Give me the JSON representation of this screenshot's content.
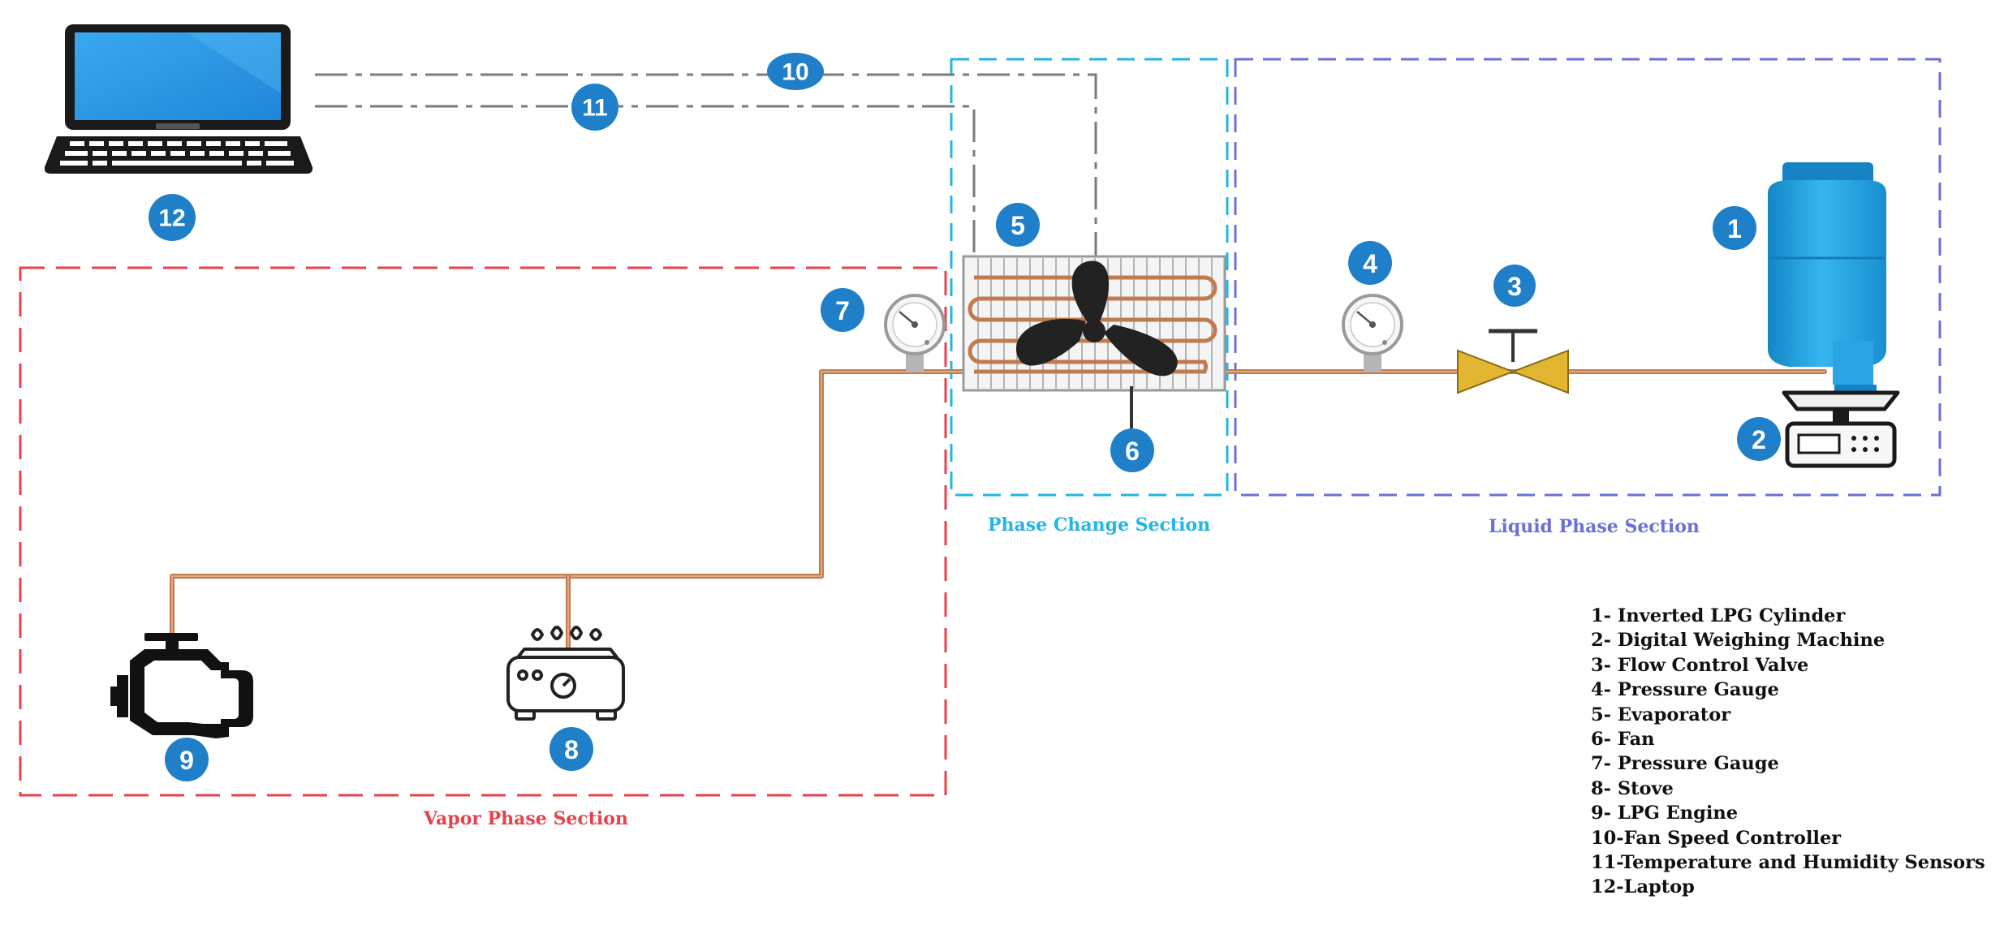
{
  "sections": {
    "vapor": {
      "title": "Vapor Phase Section",
      "color": "#e8414b"
    },
    "phase_change": {
      "title": "Phase Change Section",
      "color": "#22b5e6"
    },
    "liquid": {
      "title": "Liquid Phase Section",
      "color": "#6b6fd8"
    }
  },
  "badges": {
    "b1": "1",
    "b2": "2",
    "b3": "3",
    "b4": "4",
    "b5": "5",
    "b6": "6",
    "b7": "7",
    "b8": "8",
    "b9": "9",
    "b10": "10",
    "b11": "11",
    "b12": "12"
  },
  "legend": [
    "1- Inverted LPG Cylinder",
    "2- Digital Weighing  Machine",
    "3- Flow Control Valve",
    "4- Pressure Gauge",
    "5- Evaporator",
    "6- Fan",
    "7- Pressure Gauge",
    "8- Stove",
    "9- LPG Engine",
    "10-Fan Speed Controller",
    "11-Temperature and Humidity Sensors",
    "12-Laptop"
  ],
  "colors": {
    "badge": "#1f7fc9",
    "pipe": "#c07b4e",
    "cylinder": "#1ea3e0",
    "valve": "#e2b632",
    "signal_line": "#7a7a7a"
  },
  "icons": [
    "laptop-icon",
    "cylinder-icon",
    "scale-icon",
    "valve-icon",
    "pressure-gauge-icon",
    "evaporator-icon",
    "fan-icon",
    "stove-icon",
    "engine-icon"
  ]
}
